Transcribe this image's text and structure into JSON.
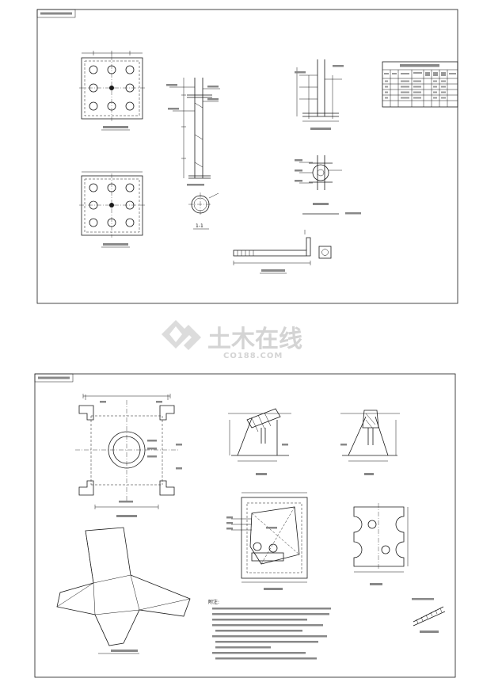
{
  "watermark": {
    "logo_text": "土木在线",
    "site_text": "CO188.COM"
  },
  "sheet_top": {
    "section_label": "1-1"
  },
  "sheet_bottom": {
    "notes_heading": "附注:"
  }
}
